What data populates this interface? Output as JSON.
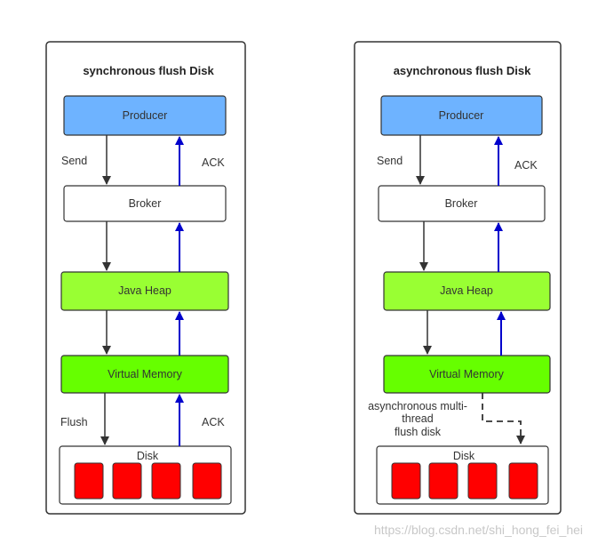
{
  "colors": {
    "producer": "#6eb3ff",
    "broker": "#ffffff",
    "java_heap": "#99ff33",
    "virtual_memory": "#66ff00",
    "disk_block": "#ff0000",
    "ack_arrow": "#0000cc",
    "down_arrow": "#333333",
    "frame_border": "#333333"
  },
  "left": {
    "title": "synchronous flush Disk",
    "producer": "Producer",
    "broker": "Broker",
    "java_heap": "Java Heap",
    "virtual_memory": "Virtual Memory",
    "disk": "Disk",
    "send": "Send",
    "ack_top": "ACK",
    "flush": "Flush",
    "ack_bottom": "ACK"
  },
  "right": {
    "title": "asynchronous flush Disk",
    "producer": "Producer",
    "broker": "Broker",
    "java_heap": "Java Heap",
    "virtual_memory": "Virtual Memory",
    "disk": "Disk",
    "send": "Send",
    "ack_top": "ACK",
    "async_note_line1": "asynchronous multi-",
    "async_note_line2": "thread",
    "async_note_line3": "flush disk"
  },
  "watermark": "https://blog.csdn.net/shi_hong_fei_hei"
}
